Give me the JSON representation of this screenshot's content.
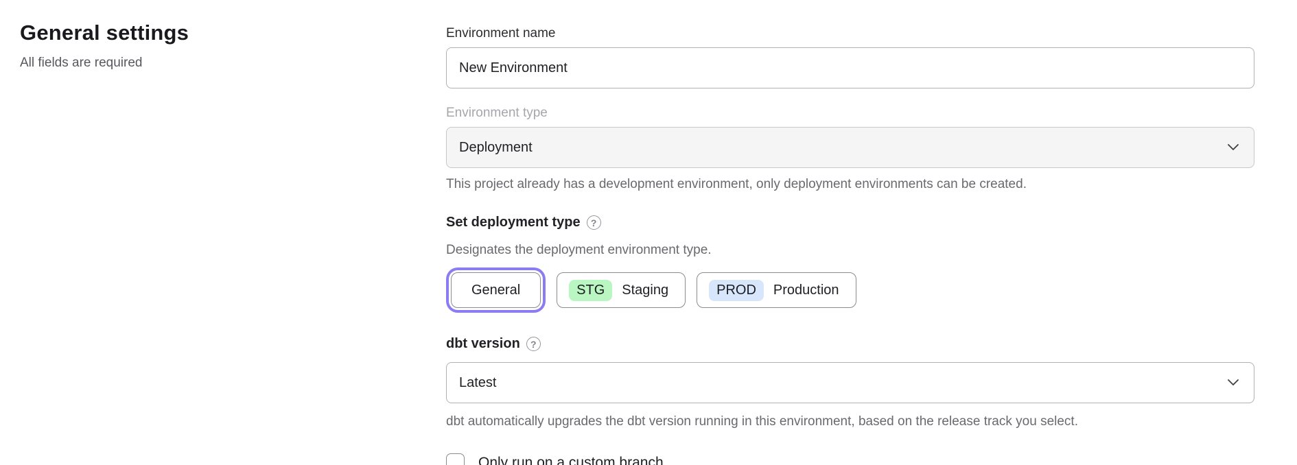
{
  "page": {
    "title": "General settings",
    "subtitle": "All fields are required"
  },
  "icons": {
    "help": "?"
  },
  "form": {
    "environment_name": {
      "label": "Environment name",
      "value": "New Environment"
    },
    "environment_type": {
      "label": "Environment type",
      "value": "Deployment",
      "disabled": true,
      "helper": "This project already has a development environment, only deployment environments can be created."
    },
    "deployment_type": {
      "label": "Set deployment type",
      "helper": "Designates the deployment environment type.",
      "options": [
        {
          "label": "General",
          "selected": true
        },
        {
          "badge": "STG",
          "label": "Staging",
          "badge_color": "#baf6c2"
        },
        {
          "badge": "PROD",
          "label": "Production",
          "badge_color": "#d7e6fb"
        }
      ]
    },
    "dbt_version": {
      "label": "dbt version",
      "value": "Latest",
      "helper": "dbt automatically upgrades the dbt version running in this environment, based on the release track you select."
    },
    "custom_branch": {
      "label": "Only run on a custom branch",
      "checked": false
    }
  },
  "colors": {
    "accent_ring": "#8b7cf1",
    "staging_badge": "#baf6c2",
    "production_badge": "#d7e6fb",
    "disabled_field_bg": "#f5f5f6"
  }
}
